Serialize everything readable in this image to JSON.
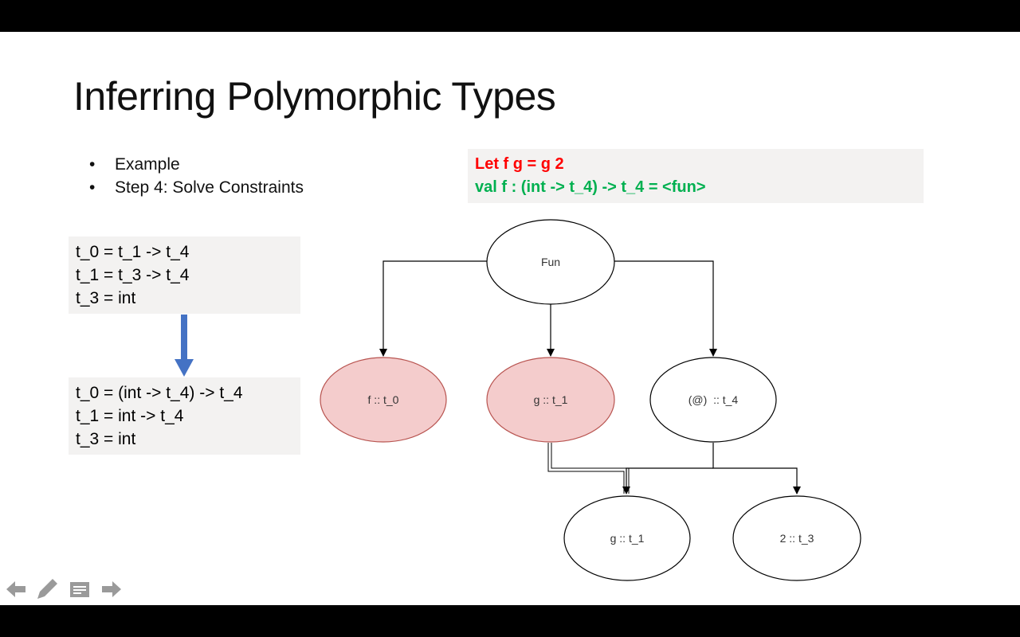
{
  "slide": {
    "title": "Inferring Polymorphic Types",
    "bullets": [
      "Example",
      "Step 4: Solve Constraints"
    ]
  },
  "code": {
    "line1": "Let f g = g 2",
    "line2": "val f : (int -> t_4) -> t_4 = <fun>"
  },
  "constraints_before": [
    "t_0 = t_1 -> t_4",
    "t_1 = t_3 -> t_4",
    "t_3 = int"
  ],
  "constraints_after": [
    "t_0 = (int -> t_4) -> t_4",
    "t_1 = int -> t_4",
    "t_3 = int"
  ],
  "tree": {
    "root": "Fun",
    "param": "f :: t_0",
    "body_fn": "g :: t_1",
    "apply": "(@)  :: t_4",
    "apply_fn": "g :: t_1",
    "apply_arg": "2 :: t_3"
  },
  "colors": {
    "highlight_fill": "#f4cccc",
    "highlight_stroke": "#b85450",
    "arrow_blue": "#4472c4",
    "code_red": "#ff0000",
    "code_green": "#00b050"
  },
  "nav_icons": [
    "back-arrow-icon",
    "pen-icon",
    "notes-icon",
    "forward-arrow-icon"
  ]
}
